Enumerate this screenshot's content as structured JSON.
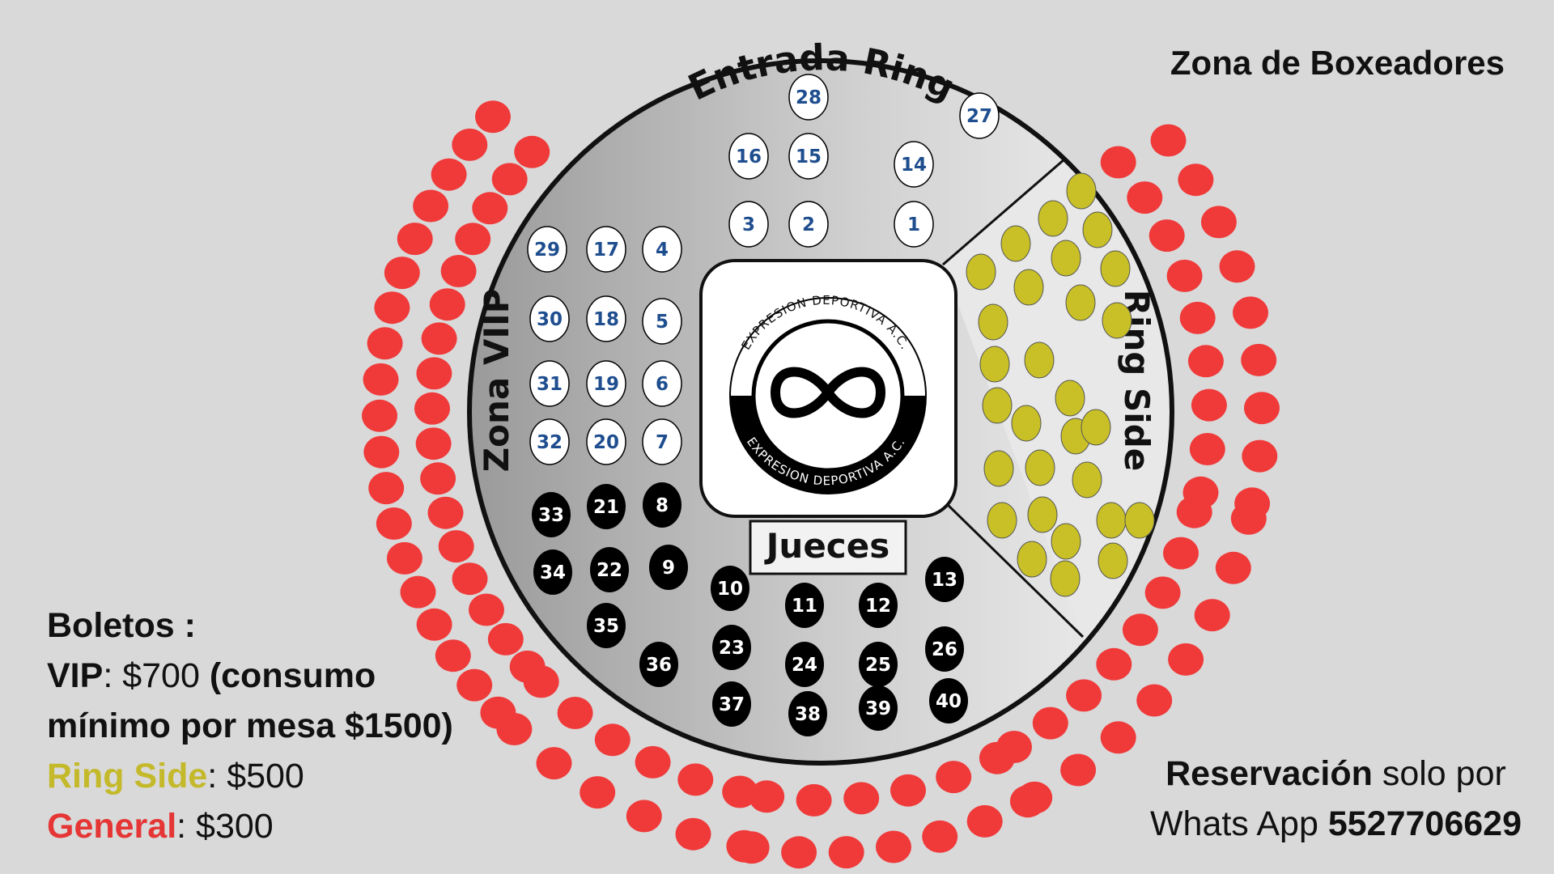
{
  "header": {
    "boxers_zone": "Zona de Boxeadores"
  },
  "venue": {
    "entrance_label": "Entrada Ring",
    "vip_zone_label": "Zona VIIP",
    "ringside_label": "Ring Side",
    "judges_label": "Jueces",
    "logo_text_top": "EXPRESION DEPORTIVA A.C.",
    "logo_text_bottom": "EXPRESION DEPORTIVA A.C."
  },
  "tickets": {
    "heading": "Boletos :",
    "vip_label": "VIP",
    "vip_price": ": $700 ",
    "vip_note": "(consumo mínimo por mesa $1500)",
    "ringside_label": "Ring Side",
    "ringside_price": ": $500",
    "general_label": "General",
    "general_price": ": $300"
  },
  "reservation": {
    "bold": "Reservación",
    "rest": " solo por",
    "line2": "Whats App ",
    "phone": "5527706629"
  },
  "colors": {
    "background": "#d9d9d9",
    "vip_table_fill": "#ffffff",
    "vip_table_text": "#1f4e8f",
    "black_table_fill": "#000000",
    "ringside_seat": "#c8c026",
    "general_seat": "#f03a3a",
    "ringside_text": "#c4b92b",
    "general_text": "#e53535"
  },
  "tables_white": [
    "28",
    "27",
    "16",
    "15",
    "14",
    "3",
    "2",
    "1",
    "29",
    "17",
    "4",
    "30",
    "18",
    "5",
    "31",
    "19",
    "6",
    "32",
    "20",
    "7"
  ],
  "tables_black": [
    "33",
    "21",
    "8",
    "34",
    "22",
    "9",
    "10",
    "11",
    "12",
    "13",
    "35",
    "36",
    "23",
    "24",
    "25",
    "26",
    "37",
    "38",
    "39",
    "40"
  ]
}
